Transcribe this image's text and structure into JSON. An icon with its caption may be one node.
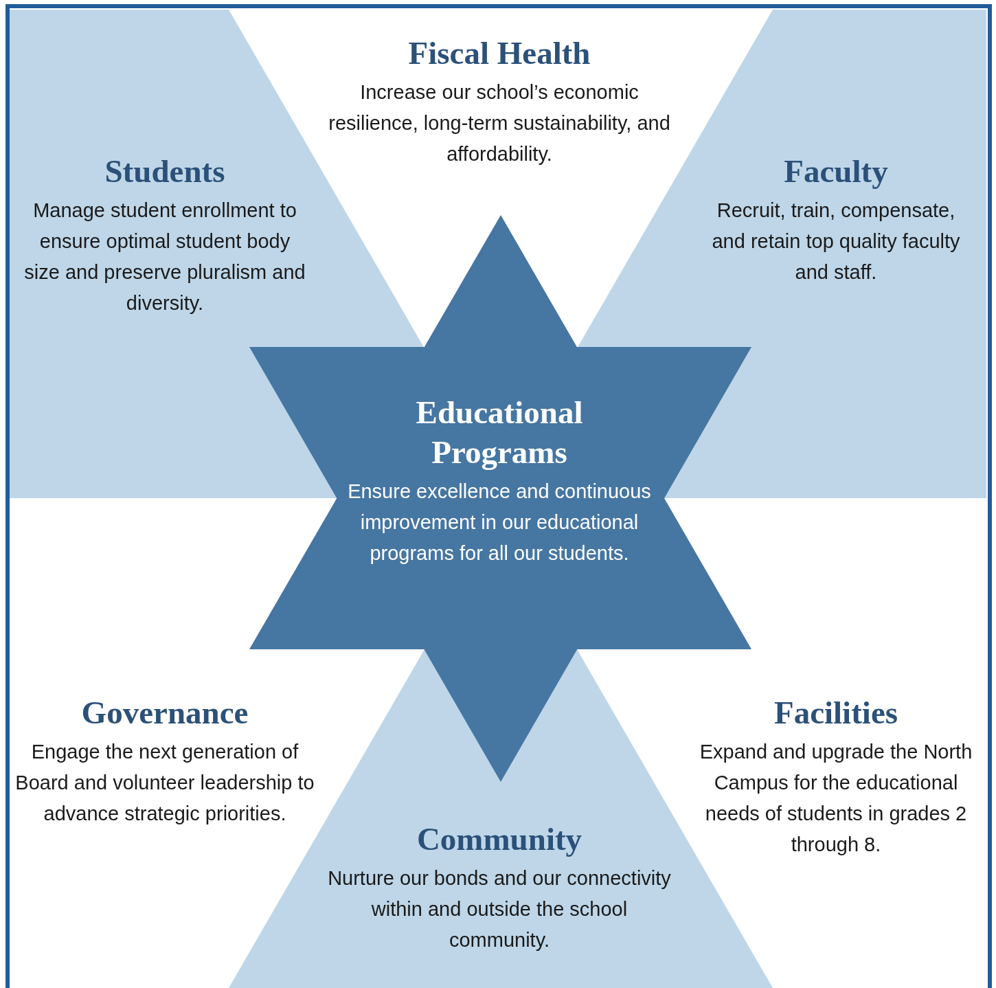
{
  "diagram": {
    "nodes": [
      {
        "text": [
          "Fiscal Health",
          "Increase our school’s economic resilience, long-term sustainability, and affordability."
        ]
      },
      {
        "text": [
          "Students",
          "Manage student enrollment to ensure optimal student body size and preserve pluralism and diversity."
        ]
      },
      {
        "text": [
          "Faculty",
          "Recruit, train, compensate, and retain top quality faculty and staff."
        ]
      },
      {
        "text": [
          "Educational Programs",
          "Ensure excellence and continuous improvement in our educational programs for all our students."
        ]
      },
      {
        "text": [
          "Governance",
          "Engage the next generation of Board and volunteer leadership to advance strategic priorities."
        ]
      },
      {
        "text": [
          "Facilities",
          "Expand and upgrade the North Campus for the educational needs of students in grades 2 through 8."
        ]
      },
      {
        "text": [
          "Community",
          "Nurture our bonds and our connectivity within and outside the school community."
        ]
      }
    ]
  }
}
